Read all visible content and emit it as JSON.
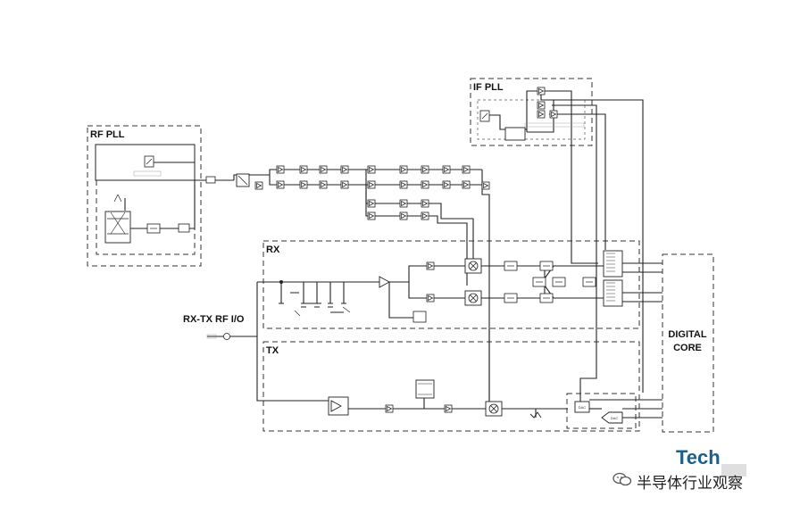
{
  "blocks": {
    "rf_pll": "RF PLL",
    "if_pll": "IF PLL",
    "rx": "RX",
    "tx": "TX",
    "rx_tx_io": "RX-TX RF I/O",
    "digital_core_line1": "DIGITAL",
    "digital_core_line2": "CORE",
    "dac": "DAC",
    "dac2": "DAC"
  },
  "watermark": {
    "brand": "Tech",
    "channel": "半导体行业观察"
  },
  "colors": {
    "line": "#222222",
    "dash": "#333333",
    "brand": "#1b5f8a"
  }
}
